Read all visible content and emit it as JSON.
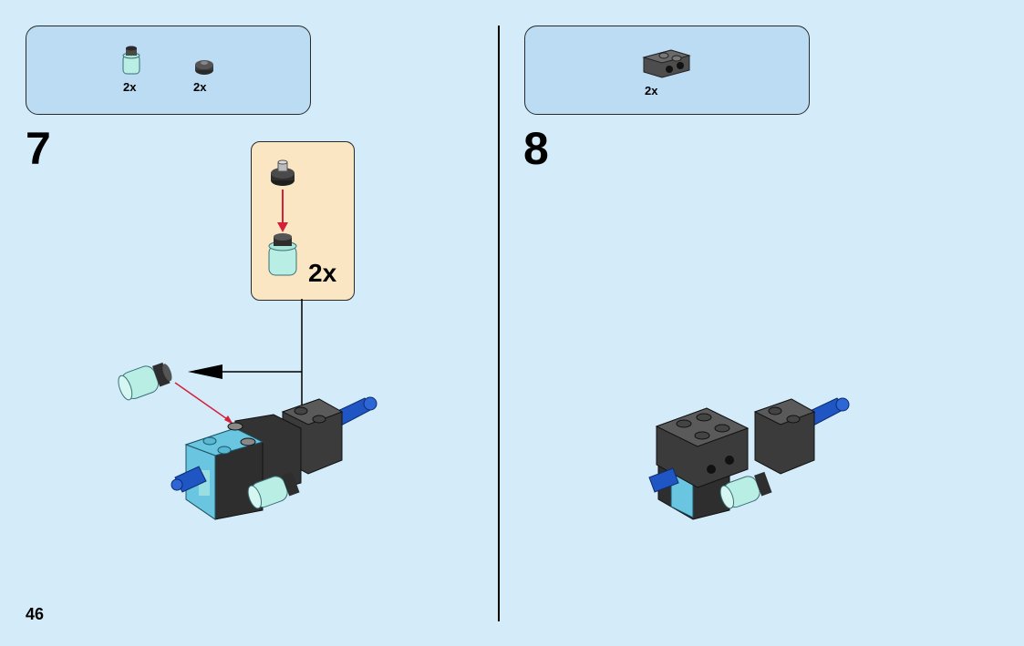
{
  "step7": {
    "number": "7",
    "parts": [
      {
        "qty": "2x",
        "icon": "trans-light-blue-round-brick-icon"
      },
      {
        "qty": "2x",
        "icon": "black-round-plate-icon"
      }
    ],
    "subassembly_qty": "2x"
  },
  "step8": {
    "number": "8",
    "parts": [
      {
        "qty": "2x",
        "icon": "dark-gray-bracket-plate-icon"
      }
    ]
  },
  "page_number": "46",
  "colors": {
    "background": "#d4ebfa",
    "parts_box": "#bcdcf3",
    "callout": "#fbe6c3",
    "arrow_red": "#d4213b",
    "brick_dark": "#3b3b3b",
    "brick_medium_azure": "#6ac6e0",
    "trans_light_blue": "#b8eee4",
    "blue_pin": "#2055c4"
  }
}
